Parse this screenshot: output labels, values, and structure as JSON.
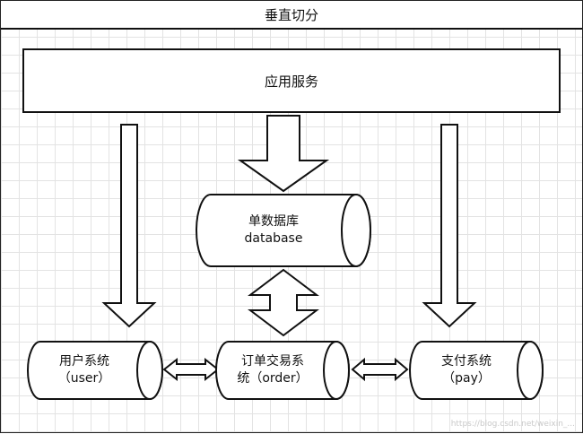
{
  "header": {
    "title": "垂直切分"
  },
  "app_service": {
    "label": "应用服务"
  },
  "database": {
    "line1": "单数据库",
    "line2": "database"
  },
  "systems": [
    {
      "line1": "用户系统",
      "line2": "（user）"
    },
    {
      "line1": "订单交易系",
      "line2": "统（order）"
    },
    {
      "line1": "支付系统",
      "line2": "（pay）"
    }
  ],
  "watermark": "https://blog.csdn.net/weixin_..."
}
